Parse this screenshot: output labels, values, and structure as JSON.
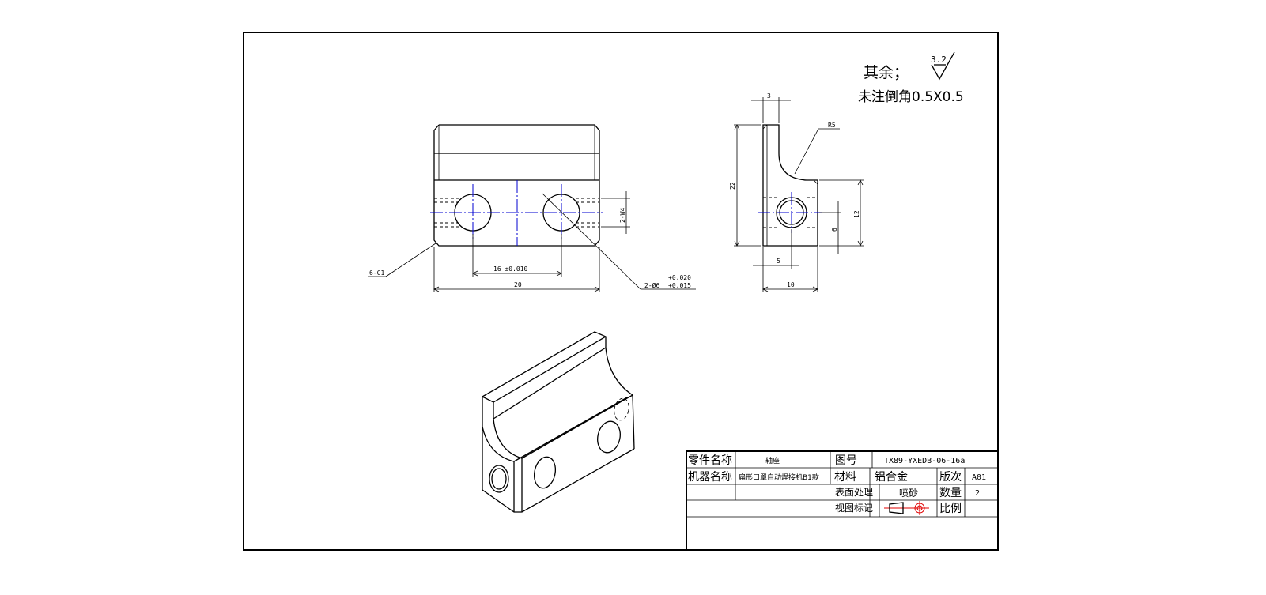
{
  "notes": {
    "remaining_label": "其余；",
    "roughness_value": "3.2",
    "chamfer_note": "未注倒角0.5X0.5"
  },
  "dimensions": {
    "top_slot_width": "3",
    "fillet_radius": "R5",
    "height_total": "22",
    "height_step": "12",
    "hole_height": "6",
    "hole_offset": "5",
    "side_width": "10",
    "hole_spacing": "16 ±0.010",
    "front_width": "20",
    "chamfer_callout": "6-C1",
    "hole_callout": "2-Ø6",
    "hole_tol_upper": "+0.020",
    "hole_tol_lower": "+0.015",
    "hole_depth": "2-W4"
  },
  "title_block": {
    "part_name_label": "零件名称",
    "part_name": "轴座",
    "drawing_no_label": "图号",
    "drawing_no": "TX89-YXEDB-06-16a",
    "machine_name_label": "机器名称",
    "machine_name": "扁形口罩自动焊接机B1款",
    "material_label": "材料",
    "material": "铝合金",
    "version_label": "版次",
    "version": "A01",
    "surface_label": "表面处理",
    "surface": "喷砂",
    "quantity_label": "数量",
    "quantity": "2",
    "view_label": "视图标记",
    "scale_label": "比例"
  }
}
